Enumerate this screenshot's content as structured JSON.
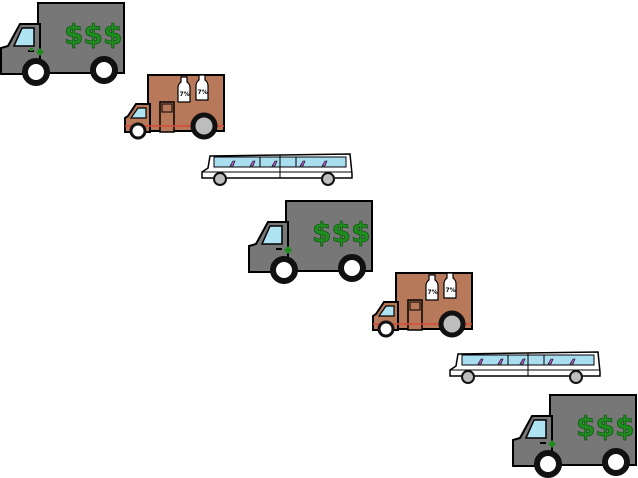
{
  "vehicles": [
    {
      "name": "armored-truck",
      "sign": "$$$"
    },
    {
      "name": "liquor-delivery-truck",
      "bottle_label": "7%"
    },
    {
      "name": "stretch-limousine"
    },
    {
      "name": "armored-truck",
      "sign": "$$$"
    },
    {
      "name": "liquor-delivery-truck",
      "bottle_label": "7%"
    },
    {
      "name": "stretch-limousine"
    },
    {
      "name": "armored-truck",
      "sign": "$$$"
    }
  ],
  "colors": {
    "truck_body": "#777777",
    "truck_cab_window": "#aee3f2",
    "money_green": "#1e8c1e",
    "cart_body": "#b8785a",
    "cart_stripe": "#d94a3a",
    "limo_body": "#ffffff",
    "limo_window": "#a9def0",
    "limo_seat": "#b05cc8",
    "tire": "#111111",
    "hubcap": "#bdbdbd"
  }
}
